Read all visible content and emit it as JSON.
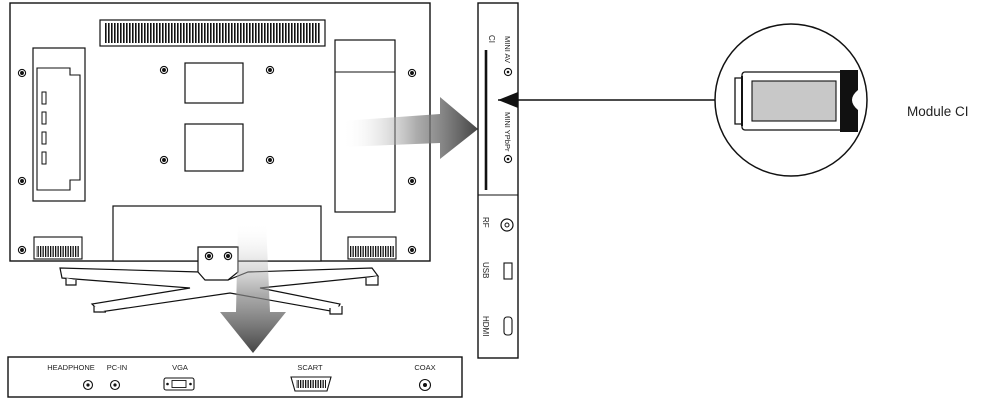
{
  "callout": {
    "label": "Module CI"
  },
  "side_panel": {
    "ci": "CI",
    "mini_av": "MINI AV",
    "mini_ypbpr": "MINI YPbPr",
    "rf": "RF",
    "usb": "USB",
    "hdmi": "HDMI"
  },
  "bottom_panel": {
    "headphone": "HEADPHONE",
    "pc_in": "PC-IN",
    "vga": "VGA",
    "scart": "SCART",
    "coax": "COAX"
  },
  "colors": {
    "line": "#111111",
    "arrow_gray": "#555555",
    "card_gray": "#c8c8c8"
  }
}
